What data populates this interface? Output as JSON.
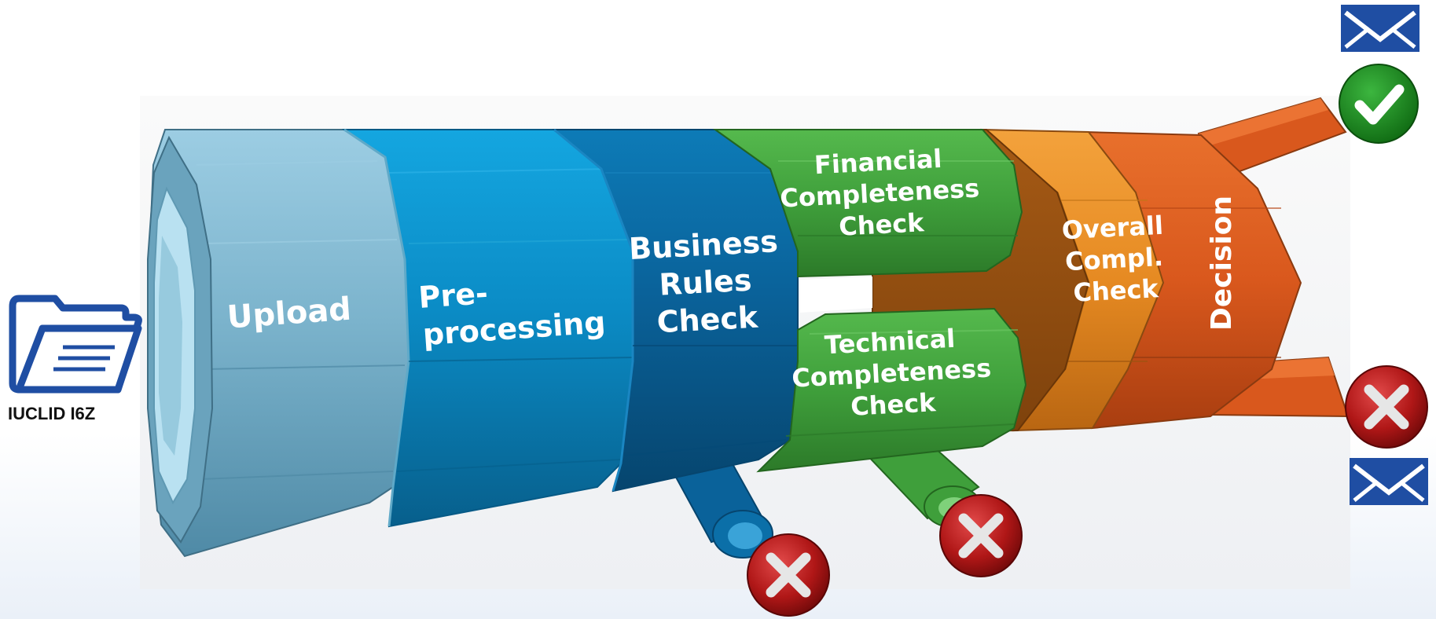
{
  "input": {
    "file_label": "IUCLID I6Z",
    "icon": "folder-icon"
  },
  "stages": {
    "upload": {
      "lines": [
        "Upload"
      ]
    },
    "preprocessing": {
      "lines": [
        "Pre-",
        "processing"
      ]
    },
    "business_rules": {
      "lines": [
        "Business",
        "Rules",
        "Check"
      ]
    },
    "financial": {
      "lines": [
        "Financial",
        "Completeness",
        "Check"
      ]
    },
    "technical": {
      "lines": [
        "Technical",
        "Completeness",
        "Check"
      ]
    },
    "overall": {
      "lines": [
        "Overall",
        "Compl.",
        "Check"
      ]
    },
    "decision": {
      "lines": [
        "Decision"
      ]
    }
  },
  "outcomes": {
    "accept_icon": "check-circle-icon",
    "reject_icon": "x-circle-icon",
    "notify_icon": "envelope-icon"
  },
  "colors": {
    "upload": "#7bb3cc",
    "preprocessing": "#0b8cc6",
    "business_rules": "#0a629a",
    "completeness": "#3f9f3b",
    "overall": "#e68a22",
    "decision": "#d9581d",
    "accept": "#1b8a1e",
    "reject": "#b01717",
    "mail": "#1f4ea3",
    "folder": "#1f4ea3"
  }
}
